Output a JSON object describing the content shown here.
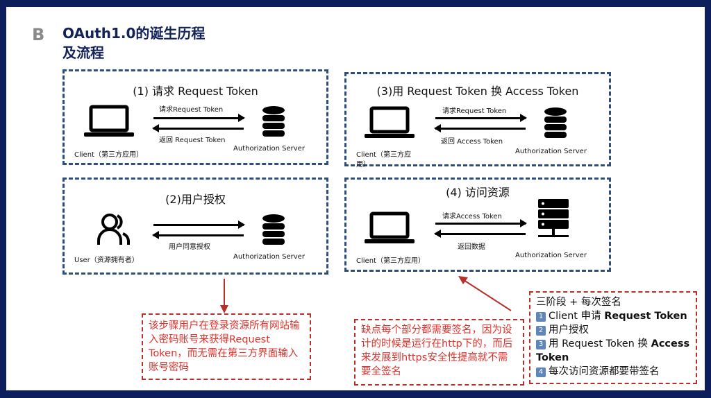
{
  "header": {
    "badge": "B",
    "title": "OAuth1.0的诞生历程及流程"
  },
  "steps": [
    {
      "title": "(1) 请求 Request Token",
      "client": "Client（第三方应用）",
      "server": "Authorization Server",
      "top_label": "请求Request Token",
      "bottom_label": "返回 Request Token"
    },
    {
      "title": "(2)用户授权",
      "client": "User（资源拥有者）",
      "server": "Authorization Server",
      "bottom_label": "用户同意授权"
    },
    {
      "title": "(3)用 Request Token 换 Access Token",
      "client": "Client（第三方应用）",
      "server": "Authorization Server",
      "top_label": "请求Request Token",
      "bottom_label": "返回 Access Token"
    },
    {
      "title": "(4) 访问资源",
      "client": "Client（第三方应用）",
      "server": "Authorization Server",
      "top_label": "请求Access Token",
      "bottom_label": "返回数据"
    }
  ],
  "notes": {
    "step2_note": "该步骤用户在登录资源所有网站输入密码账号来获得Request Token，而无需在第三方界面输入账号密码",
    "drawback_note": "缺点每个部分都需要签名，因为设计的时候是运行在http下的，而后来发展到https安全性提高就不需要全签名",
    "summary": {
      "heading": "三阶段 + 每次签名",
      "items": [
        {
          "num": "1",
          "prefix": "Client 申请 ",
          "bold": "Request Token",
          "suffix": ""
        },
        {
          "num": "2",
          "prefix": "用户授权",
          "bold": "",
          "suffix": ""
        },
        {
          "num": "3",
          "prefix": "用 Request Token 换 ",
          "bold": "Access Token",
          "suffix": ""
        },
        {
          "num": "4",
          "prefix": "每次访问资源都要带签名",
          "bold": "",
          "suffix": ""
        }
      ]
    }
  },
  "colors": {
    "frame": "#0c1f5c",
    "title": "#13235a",
    "dash": "#2f4d7c",
    "note_red": "#e0302a"
  }
}
